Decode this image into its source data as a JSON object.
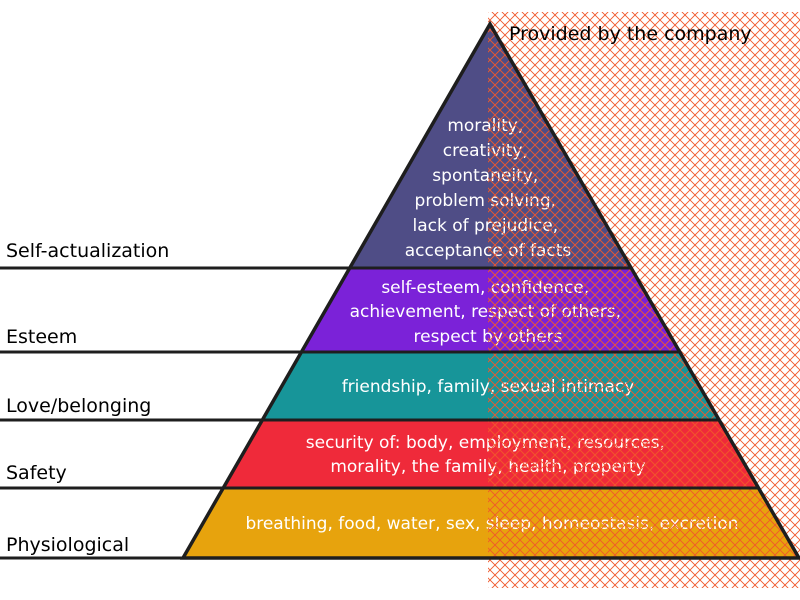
{
  "note": {
    "text": "Provided by the company"
  },
  "levels": [
    {
      "label": "Self-actualization",
      "color": "#4f4d86",
      "lines": [
        "morality,",
        "creativity,",
        "spontaneity,",
        "problem solving,",
        "lack of prejudice,",
        "acceptance of facts"
      ]
    },
    {
      "label": "Esteem",
      "color": "#7b22d8",
      "lines": [
        "self-esteem, confidence,",
        "achievement, respect of others,",
        "respect by others"
      ]
    },
    {
      "label": "Love/belonging",
      "color": "#179599",
      "lines": [
        "friendship, family, sexual intimacy"
      ]
    },
    {
      "label": "Safety",
      "color": "#ef2a3a",
      "lines": [
        "security of: body, employment, resources,",
        "morality, the family, health, property"
      ]
    },
    {
      "label": "Physiological",
      "color": "#e7a30d",
      "lines": [
        "breathing, food, water, sex, sleep, homeostasis, excretion"
      ]
    }
  ],
  "hatch_color": "#f0582a"
}
